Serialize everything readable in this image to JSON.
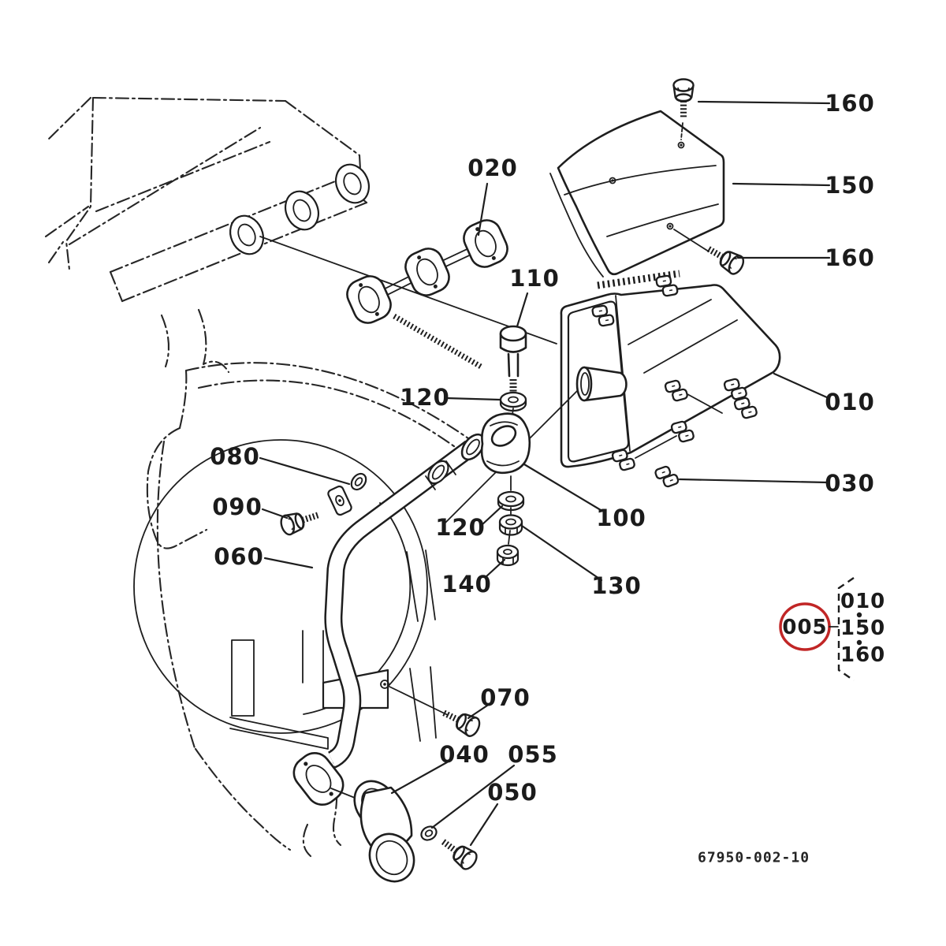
{
  "diagram": {
    "drawing_number": "67950-002-10",
    "highlight_color": "#c12626",
    "ink_color": "#1e1e1e",
    "callouts": {
      "c020": "020",
      "c110": "110",
      "c160_top": "160",
      "c150": "150",
      "c160_side": "160",
      "c010": "010",
      "c030": "030",
      "c120_upper": "120",
      "c080": "080",
      "c090": "090",
      "c060": "060",
      "c120_lower": "120",
      "c100": "100",
      "c140": "140",
      "c130": "130",
      "c070": "070",
      "c040": "040",
      "c055": "055",
      "c050": "050"
    },
    "group_callout": {
      "ref": "005",
      "item1": "010",
      "item2": "150",
      "item3": "160"
    }
  }
}
